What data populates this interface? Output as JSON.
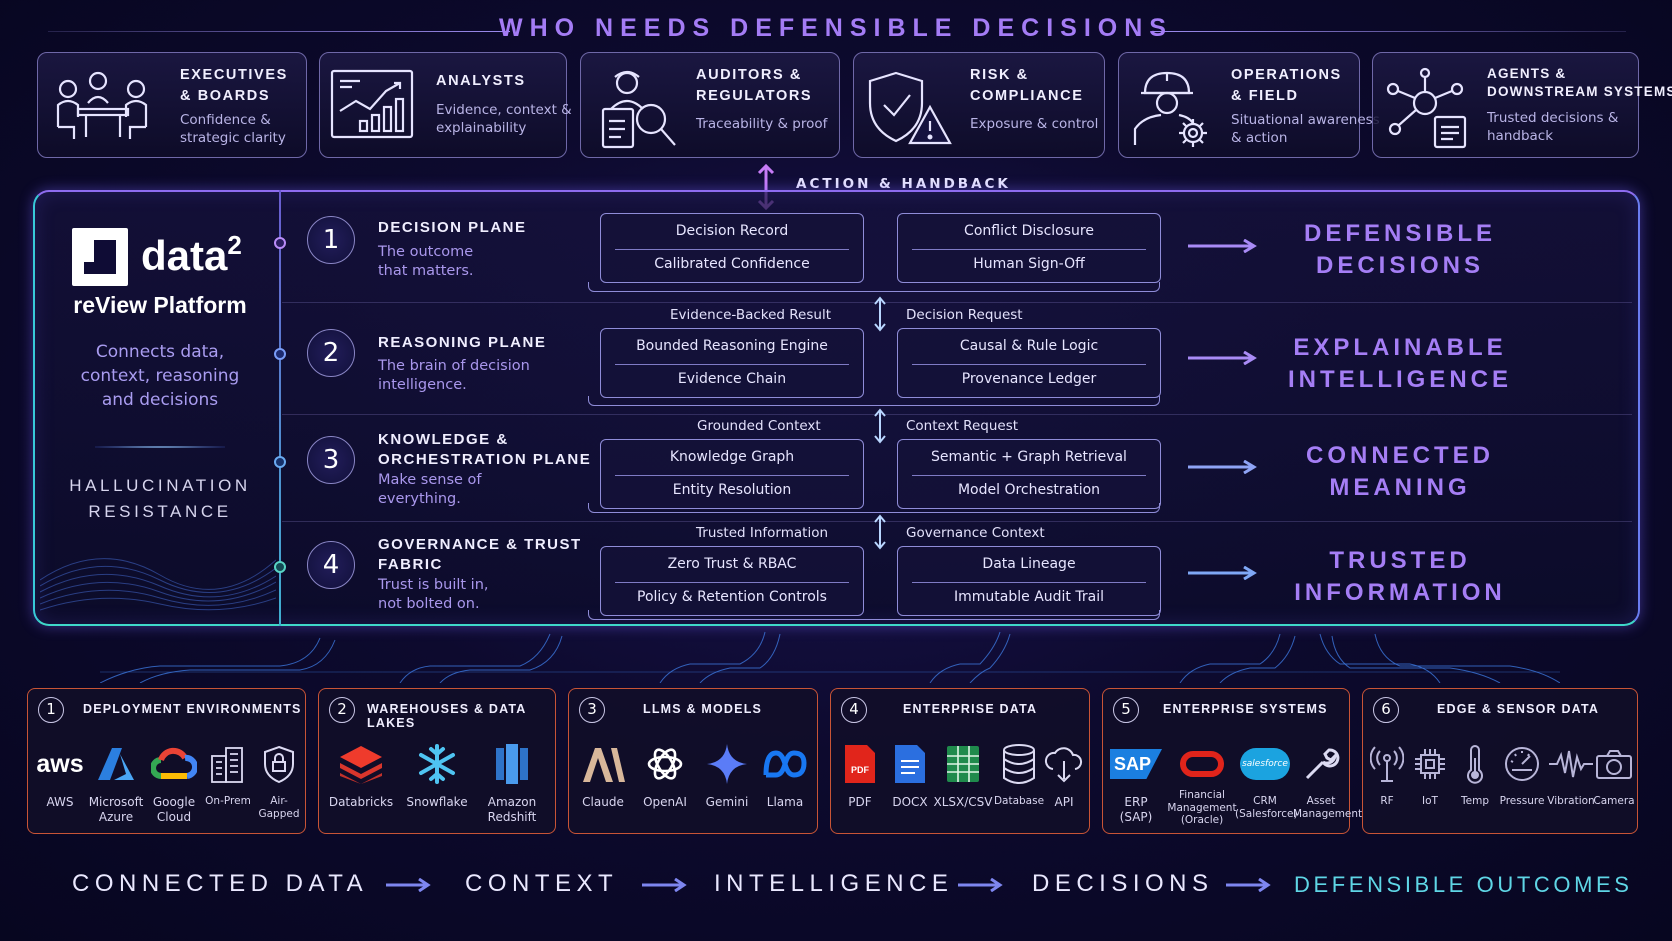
{
  "header": {
    "title": "WHO NEEDS DEFENSIBLE DECISIONS"
  },
  "audiences": [
    {
      "title": "EXECUTIVES\n& BOARDS",
      "subtitle": "Confidence &\nstrategic clarity"
    },
    {
      "title": "ANALYSTS",
      "subtitle": "Evidence, context &\nexplainability"
    },
    {
      "title": "AUDITORS &\nREGULATORS",
      "subtitle": "Traceability & proof"
    },
    {
      "title": "RISK &\nCOMPLIANCE",
      "subtitle": "Exposure & control"
    },
    {
      "title": "OPERATIONS\n& FIELD",
      "subtitle": "Situational awareness\n& action"
    },
    {
      "title": "AGENTS &\nDOWNSTREAM SYSTEMS",
      "subtitle": "Trusted decisions &\nhandback"
    }
  ],
  "action_label": "ACTION & HANDBACK",
  "platform": {
    "logo_text": "data",
    "logo_sup": "2",
    "name": "reView Platform",
    "tagline": "Connects data,\ncontext, reasoning\nand decisions",
    "badge": "HALLUCINATION\nRESISTANCE"
  },
  "planes": [
    {
      "num": "1",
      "title": "DECISION PLANE",
      "subtitle": "The outcome\nthat matters.",
      "left_box": [
        "Decision Record",
        "Calibrated Confidence"
      ],
      "right_box": [
        "Conflict Disclosure",
        "Human Sign-Off"
      ],
      "outcome": "DEFENSIBLE\nDECISIONS"
    },
    {
      "num": "2",
      "title": "REASONING PLANE",
      "subtitle": "The brain of decision\nintelligence.",
      "left_box": [
        "Bounded Reasoning Engine",
        "Evidence Chain"
      ],
      "right_box": [
        "Causal & Rule Logic",
        "Provenance Ledger"
      ],
      "outcome": "EXPLAINABLE\nINTELLIGENCE"
    },
    {
      "num": "3",
      "title": "KNOWLEDGE &\nORCHESTRATION PLANE",
      "subtitle": "Make sense of\neverything.",
      "left_box": [
        "Knowledge Graph",
        "Entity Resolution"
      ],
      "right_box": [
        "Semantic + Graph Retrieval",
        "Model Orchestration"
      ],
      "outcome": "CONNECTED\nMEANING"
    },
    {
      "num": "4",
      "title": "GOVERNANCE & TRUST\nFABRIC",
      "subtitle": "Trust is built in,\nnot bolted on.",
      "left_box": [
        "Zero Trust & RBAC",
        "Policy & Retention Controls"
      ],
      "right_box": [
        "Data Lineage",
        "Immutable Audit Trail"
      ],
      "outcome": "TRUSTED\nINFORMATION"
    }
  ],
  "flows": [
    {
      "up": "Evidence-Backed Result",
      "down": "Decision Request"
    },
    {
      "up": "Grounded Context",
      "down": "Context Request"
    },
    {
      "up": "Trusted Information",
      "down": "Governance Context"
    }
  ],
  "sources": [
    {
      "num": "1",
      "title": "DEPLOYMENT ENVIRONMENTS",
      "items": [
        "AWS",
        "Microsoft\nAzure",
        "Google\nCloud",
        "On-Prem",
        "Air-Gapped"
      ]
    },
    {
      "num": "2",
      "title": "WAREHOUSES & DATA LAKES",
      "items": [
        "Databricks",
        "Snowflake",
        "Amazon\nRedshift"
      ]
    },
    {
      "num": "3",
      "title": "LLMS & MODELS",
      "items": [
        "Claude",
        "OpenAI",
        "Gemini",
        "Llama"
      ]
    },
    {
      "num": "4",
      "title": "ENTERPRISE DATA",
      "items": [
        "PDF",
        "DOCX",
        "XLSX/CSV",
        "Database",
        "API"
      ]
    },
    {
      "num": "5",
      "title": "ENTERPRISE SYSTEMS",
      "items": [
        "ERP\n(SAP)",
        "Financial\nManagement\n(Oracle)",
        "CRM\n(Salesforce)",
        "Asset\nManagement"
      ]
    },
    {
      "num": "6",
      "title": "EDGE & SENSOR DATA",
      "items": [
        "RF",
        "IoT",
        "Temp",
        "Pressure",
        "Vibration",
        "Camera"
      ]
    }
  ],
  "icon_text": {
    "aws": "aws",
    "sap": "SAP",
    "salesforce": "salesforce",
    "pdf": "PDF"
  },
  "footer": [
    "CONNECTED DATA",
    "CONTEXT",
    "INTELLIGENCE",
    "DECISIONS",
    "DEFENSIBLE OUTCOMES"
  ],
  "colors": {
    "accent_purple": "#a47cf5",
    "footer_highlight": "#5fd6e6",
    "source_border": "#c85436"
  }
}
